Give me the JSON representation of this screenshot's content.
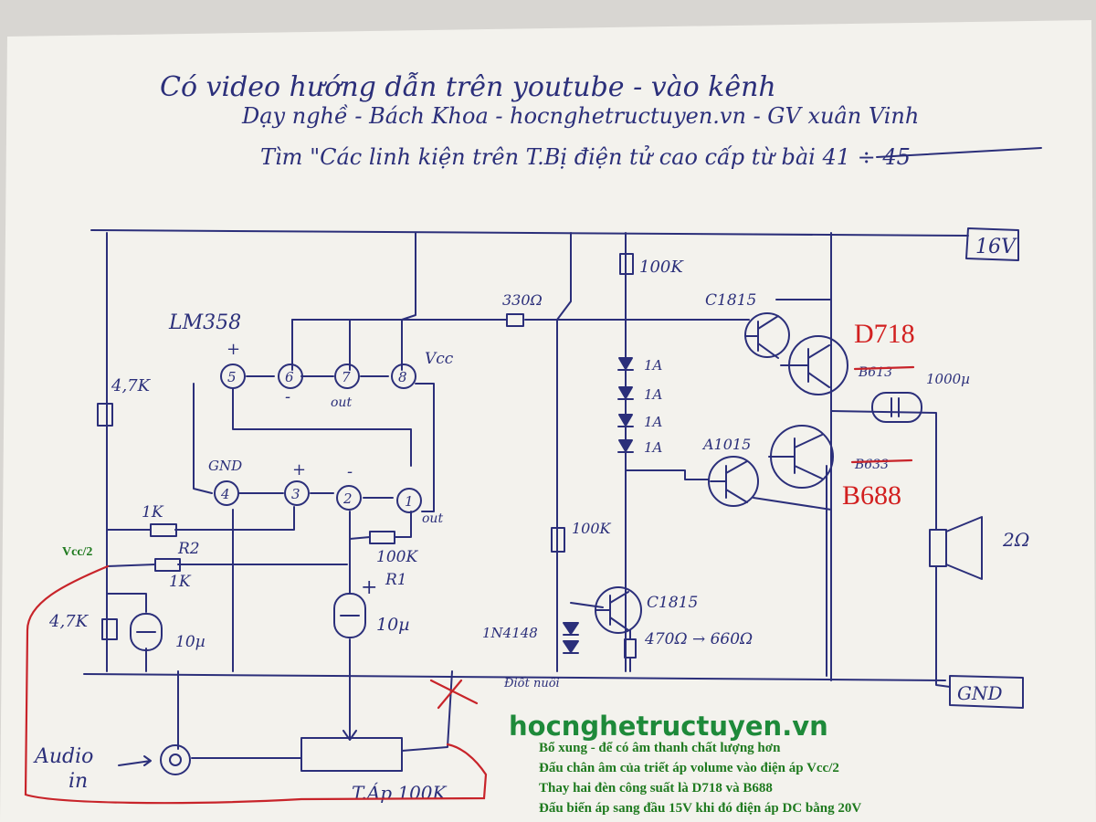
{
  "header_lines": [
    "Có video hướng dẫn trên youtube - vào kênh",
    "Dạy nghề - Bách Khoa - hocnghetructuyen.vn - GV xuân Vinh",
    "Tìm \"Các linh kiện trên T.Bị điện tử cao cấp từ bài 41 ÷ 45"
  ],
  "labels": {
    "ic": "LM358",
    "vcc_pin": "Vcc",
    "out1": "out",
    "out2": "out",
    "gnd_pin": "GND",
    "supply": "16V",
    "gnd": "GND",
    "vcc_half": "Vcc/2",
    "r_4k7_top": "4,7K",
    "r_1k_a": "1K",
    "r2": "R2",
    "r_1k_b": "1K",
    "r_100k_fb": "100K",
    "r1": "R1",
    "c_10u_a": "10µ",
    "c_10u_b": "10µ",
    "r_4k7_bottom": "4,7K",
    "r_330": "330Ω",
    "r_100k_top": "100K",
    "r_100k_mid": "100K",
    "d1": "1A",
    "d2": "1A",
    "d3": "1A",
    "d4": "1A",
    "q_c1815_top": "C1815",
    "q_c1815_bot": "C1815",
    "q_a1015": "A1015",
    "cap_out": "1000µ",
    "speaker": "2Ω",
    "diode_1n4148": "1N4148",
    "r_470": "470Ω → 660Ω",
    "diot_nuoi": "Điốt nuôi",
    "audio_in": "Audio",
    "audio_in2": "in",
    "pot": "T.Áp 100K",
    "pin1": "1",
    "pin2": "2",
    "pin3": "3",
    "pin4": "4",
    "pin5": "5",
    "pin6": "6",
    "pin7": "7",
    "pin8": "8",
    "plus_a": "+",
    "plus_b": "+",
    "plus_c": "+",
    "minus_a": "-",
    "minus_b": "-"
  },
  "red_annotations": {
    "d718": "D718",
    "b613": "B613",
    "b633": "B633",
    "b688": "B688"
  },
  "brand": "hocnghetructuyen.vn",
  "notes": [
    "Bổ xung - để có âm thanh chất lượng hơn",
    "Đấu chân âm của triết áp volume vào điện áp Vcc/2",
    "Thay hai đèn công suất là D718 và B688",
    "Đấu biến áp sang đầu 15V khi đó điện áp DC bằng 20V"
  ],
  "colors": {
    "paper": "#f4f3ee",
    "ink": "#2b2f7a",
    "red": "#c8242a",
    "green": "#1f7a1f"
  }
}
